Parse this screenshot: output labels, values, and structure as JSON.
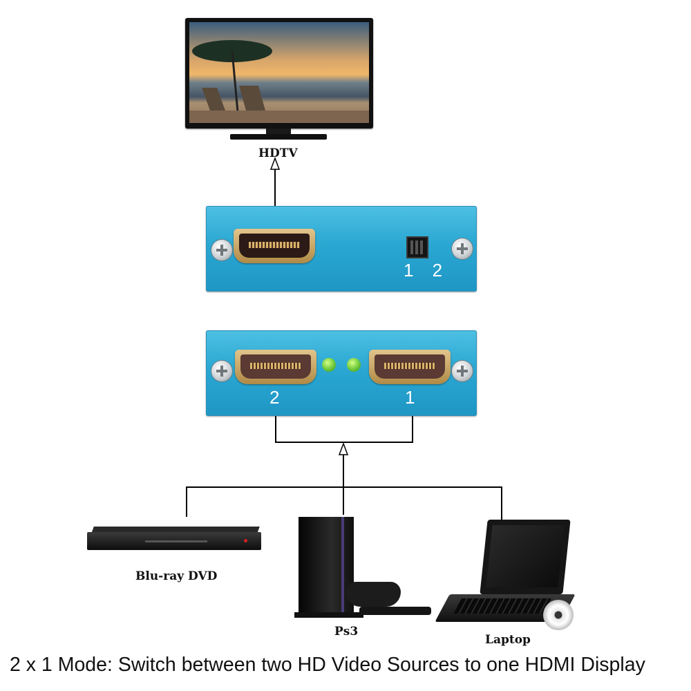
{
  "labels": {
    "hdtv": "HDTV",
    "bluray": "Blu-ray DVD",
    "ps3": "Ps3",
    "laptop": "Laptop"
  },
  "top_panel": {
    "switch_labels": "1 2"
  },
  "bottom_panel": {
    "port_left_number": "2",
    "port_right_number": "1"
  },
  "caption": "2 x 1 Mode: Switch between two HD Video Sources to one HDMI Display",
  "colors": {
    "panel": "#2aa7d2",
    "led": "#6cc83a",
    "hdmi_gold": "#c9a463",
    "line": "#000000"
  }
}
